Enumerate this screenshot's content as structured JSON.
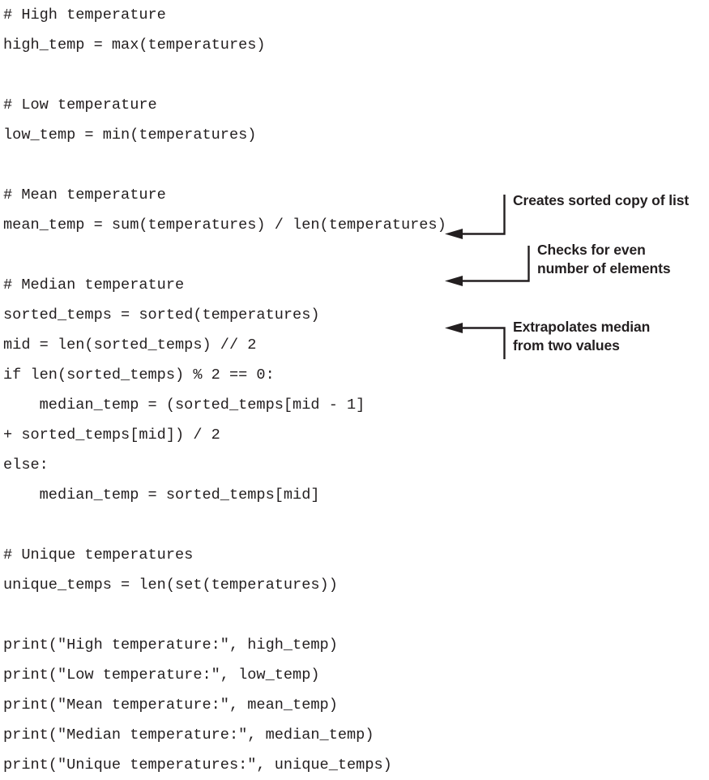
{
  "figure": {
    "kind": "book-code-listing-with-callouts",
    "background_color": "#ffffff",
    "text_color": "#231f20"
  },
  "code": {
    "language": "python",
    "lines": [
      "# High temperature",
      "high_temp = max(temperatures)",
      "",
      "# Low temperature",
      "low_temp = min(temperatures)",
      "",
      "# Mean temperature",
      "mean_temp = sum(temperatures) / len(temperatures)",
      "",
      "# Median temperature",
      "sorted_temps = sorted(temperatures)",
      "mid = len(sorted_temps) // 2",
      "if len(sorted_temps) % 2 == 0:",
      "    median_temp = (sorted_temps[mid - 1]",
      "+ sorted_temps[mid]) / 2",
      "else:",
      "    median_temp = sorted_temps[mid]",
      "",
      "# Unique temperatures",
      "unique_temps = len(set(temperatures))",
      "",
      "print(\"High temperature:\", high_temp)",
      "print(\"Low temperature:\", low_temp)",
      "print(\"Mean temperature:\", mean_temp)",
      "print(\"Median temperature:\", median_temp)",
      "print(\"Unique temperatures:\", unique_temps)"
    ]
  },
  "callouts": [
    {
      "id": "callout-1",
      "text": "Creates sorted copy of list",
      "target_code_line": "sorted_temps = sorted(temperatures)",
      "connector_shape": "down-then-left-arrow"
    },
    {
      "id": "callout-2",
      "text": "Checks for even\nnumber of elements",
      "target_code_line": "if len(sorted_temps) % 2 == 0:",
      "connector_shape": "down-then-left-arrow"
    },
    {
      "id": "callout-3",
      "text": "Extrapolates median\nfrom two values",
      "target_code_line": "+ sorted_temps[mid]) / 2",
      "connector_shape": "left-arrow-then-down"
    }
  ]
}
